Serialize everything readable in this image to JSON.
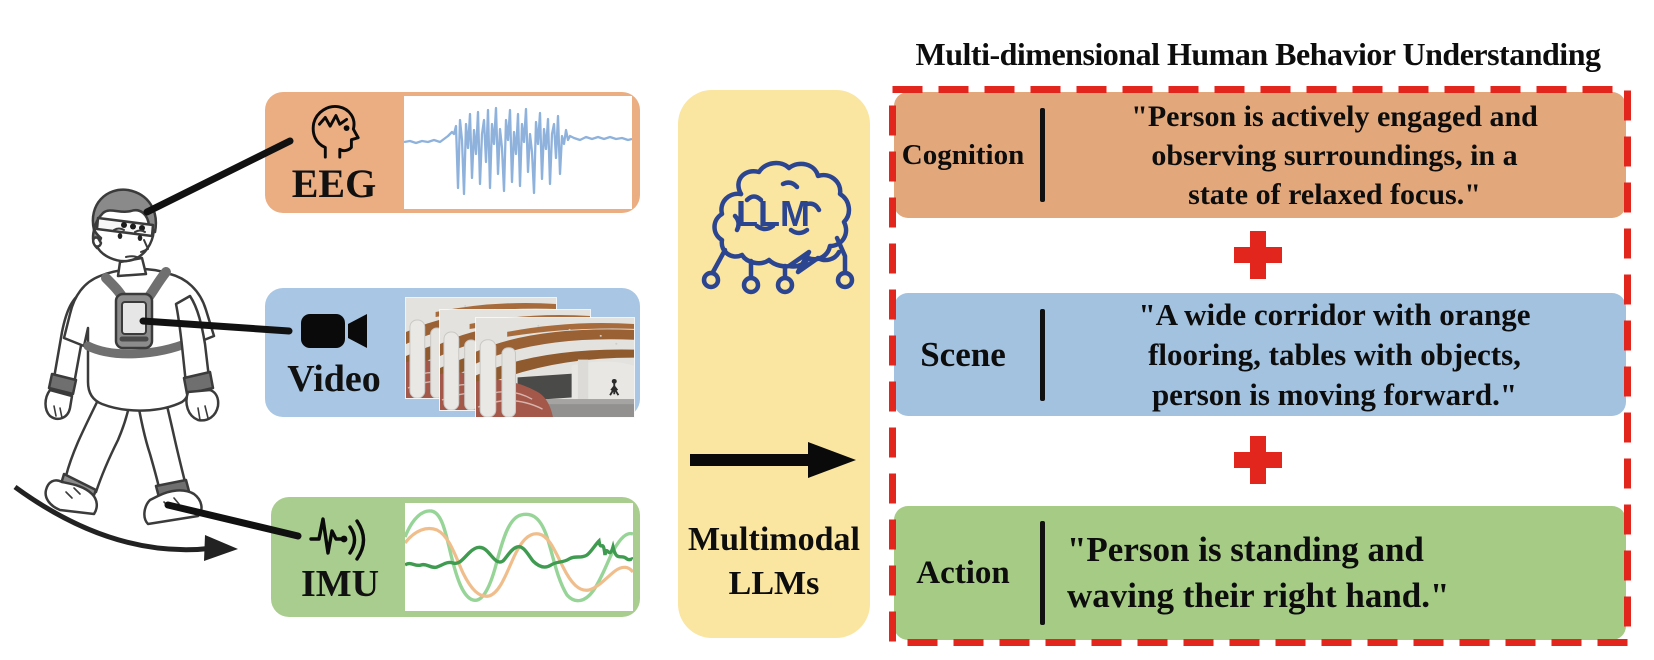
{
  "figure": {
    "title": "Multi-dimensional Human Behavior Understanding"
  },
  "sensors": [
    {
      "label": "EEG",
      "icon": "eeg-head-icon"
    },
    {
      "label": "Video",
      "icon": "video-camera-icon"
    },
    {
      "label": "IMU",
      "icon": "imu-signal-icon"
    }
  ],
  "processor": {
    "icon_label": "LLM",
    "label_lines": [
      "Multimodal",
      "LLMs"
    ]
  },
  "results": [
    {
      "label": "Cognition",
      "quote_lines": [
        "\"Person is actively engaged and",
        "observing surroundings, in a",
        "state of relaxed focus.\""
      ]
    },
    {
      "label": "Scene",
      "quote_lines": [
        "\"A wide corridor with orange",
        "flooring, tables with objects,",
        "person is moving forward.\""
      ]
    },
    {
      "label": "Action",
      "quote_lines": [
        "\"Person is standing and",
        "waving their right hand.\""
      ]
    }
  ],
  "colors": {
    "eeg_box": "#EBAD82",
    "video_box": "#A9C6E4",
    "imu_box": "#A9CD8F",
    "llm_box": "#FAE5A1",
    "cognition_box": "#E2A87C",
    "scene_box": "#A3C2E0",
    "action_box": "#A5CB85",
    "dashed_border": "#E3261D",
    "plus_sign": "#E3261D",
    "llm_icon": "#2B4590",
    "eeg_trace": "#8FB2DC",
    "imu_trace_light_green": "#97D497",
    "imu_trace_orange": "#F0BE8C",
    "imu_trace_dark_green": "#3F9B50",
    "connector_line": "#111111"
  }
}
